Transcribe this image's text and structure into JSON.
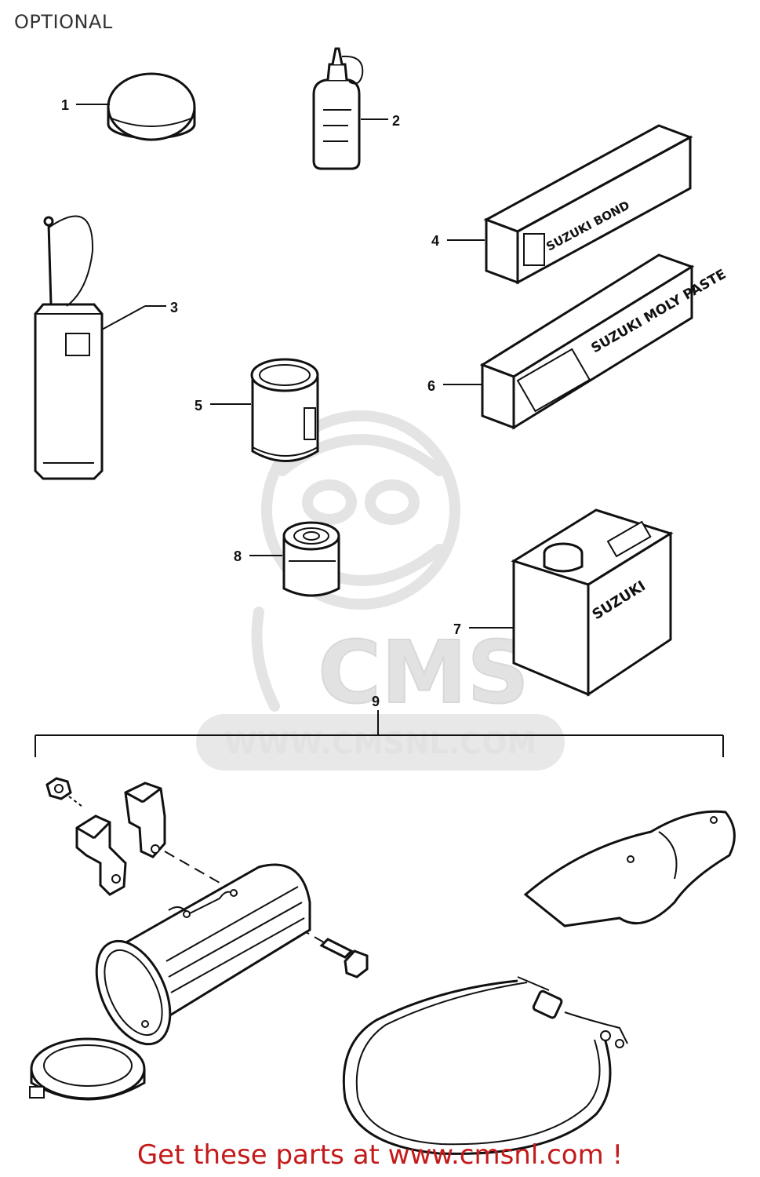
{
  "header": {
    "title": "OPTIONAL"
  },
  "callouts": {
    "c1": "1",
    "c2": "2",
    "c3": "3",
    "c4": "4",
    "c5": "5",
    "c6": "6",
    "c7": "7",
    "c8": "8",
    "c9": "9"
  },
  "labels": {
    "bond": "SUZUKI BOND",
    "moly": "SUZUKI MOLY PASTE",
    "suzuki": "SUZUKI"
  },
  "watermark": {
    "logo": "CMS",
    "url": "WWW.CMSNL.COM"
  },
  "footer": {
    "cta": "Get these parts at www.cmsnl.com !"
  }
}
